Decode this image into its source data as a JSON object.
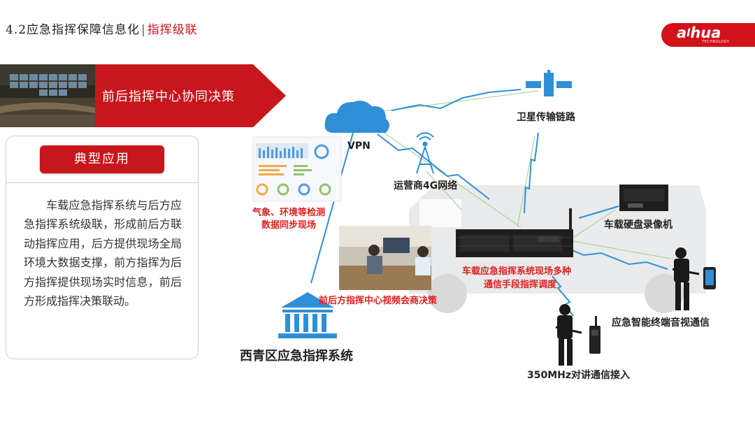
{
  "header": {
    "section": "4.2应急指挥保障信息化",
    "separator": "|",
    "highlight": "指挥级联"
  },
  "brand": {
    "logo_text": "alhua",
    "logo_sub": "TECHNOLOGY",
    "color": "#d1121b"
  },
  "banner": {
    "title": "前后指挥中心协同决策"
  },
  "panel": {
    "heading": "典型应用",
    "body": "车载应急指挥系统与后方应急指挥系统级联，形成前后方联动指挥应用，后方提供现场全局环境大数据支撑，前方指挥为后方指挥提供现场实时信息，前后方形成指挥决策联动。"
  },
  "diagram": {
    "vpn": "VPN",
    "satellite": "卫星传输链路",
    "carrier": "运营商4G网络",
    "weather_line1": "气象、环境等检测",
    "weather_line2": "数据同步现场",
    "vehicle_dvr": "车载硬盘录像机",
    "vehicle_cmd_line1": "车载应急指挥系统现场多种",
    "vehicle_cmd_line2": "通信手段指挥调度",
    "video_conf": "前后方指挥中心视频会商决策",
    "terminal": "应急智能终端音视通信",
    "radio": "350MHz对讲通信接入",
    "xiqing": "西青区应急指挥系统"
  },
  "colors": {
    "accent": "#c8161d",
    "link": "#2f8fd6",
    "red_label": "#e02020"
  }
}
